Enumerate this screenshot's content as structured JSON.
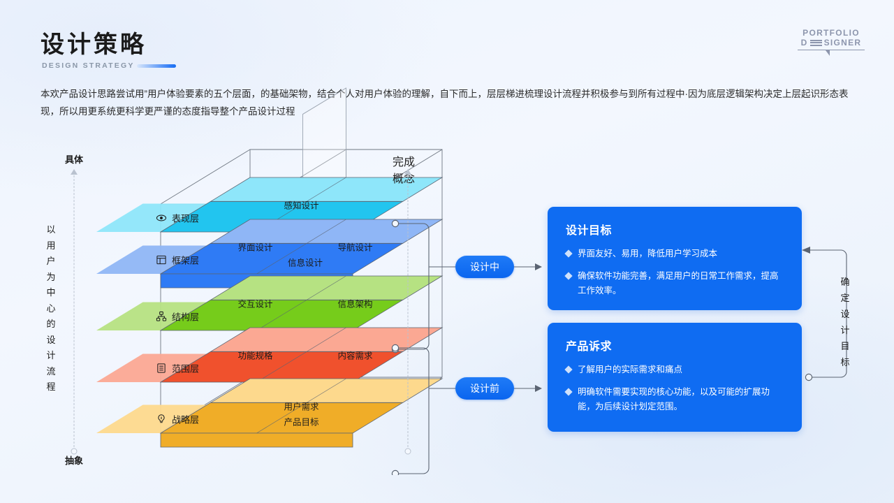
{
  "header": {
    "title": "设计策略",
    "subtitle": "DESIGN STRATEGY",
    "brand_line1": "PORTFOLIO",
    "brand_line2_a": "D",
    "brand_line2_b": "SIGNER"
  },
  "intro": {
    "text": "本欢产品设计思路尝试用”用户体验要素的五个层面，的基础架物，结合个人对用户体验的理解，自下而上，层层梯进梳理设计流程并积极参与到所有过程中·因为底层逻辑架构决定上层起识形态表现，所以用更系统更科学更严谨的态度指导整个产品设计过程"
  },
  "left_axis": {
    "top_label": "具体",
    "bottom_label": "抽象",
    "vertical_label": "以用户为中心的设计流程"
  },
  "mid_axis": {
    "top_label": "完成",
    "bottom_label": "概念",
    "pill_mid": "设计中",
    "pill_pre": "设计前"
  },
  "right_axis": {
    "vertical_label": "确定设计目标"
  },
  "cube": {
    "layers": [
      {
        "name": "表现层",
        "icon": "eye-icon",
        "color_light": "#8ee6fa",
        "color_mid": "#22c5ef",
        "color_dark": "#14b6e4",
        "faces": [
          "感知设计"
        ]
      },
      {
        "name": "框架层",
        "icon": "layout-icon",
        "color_light": "#8fb6f6",
        "color_mid": "#2f7bf5",
        "color_dark": "#0c55ea",
        "faces": [
          "界面设计",
          "导航设计",
          "信息设计"
        ]
      },
      {
        "name": "结构层",
        "icon": "sitemap-icon",
        "color_light": "#b6e282",
        "color_mid": "#76cc1b",
        "color_dark": "#66bd0f",
        "faces": [
          "交互设计",
          "信息架构"
        ]
      },
      {
        "name": "范围层",
        "icon": "document-icon",
        "color_light": "#fba893",
        "color_mid": "#f0512d",
        "color_dark": "#e24420",
        "faces": [
          "功能规格",
          "内容需求"
        ]
      },
      {
        "name": "战略层",
        "icon": "bulb-icon",
        "color_light": "#fdd98d",
        "color_mid": "#f0ad28",
        "color_dark": "#e7a11a",
        "faces": [
          "用户需求",
          "产品目标"
        ]
      }
    ]
  },
  "cards": [
    {
      "title": "设计目标",
      "items": [
        "界面友好、易用，降低用户学习成本",
        "确保软件功能完善，满足用户的日常工作需求，提高工作效率。"
      ]
    },
    {
      "title": "产品诉求",
      "items": [
        "了解用户的实际需求和痛点",
        "明确软件需要实现的核心功能，以及可能的扩展功能，为后续设计划定范围。"
      ]
    }
  ],
  "colors": {
    "accent": "#0f6cf2",
    "axis": "#b9c2cf",
    "connector": "#5b6472"
  }
}
